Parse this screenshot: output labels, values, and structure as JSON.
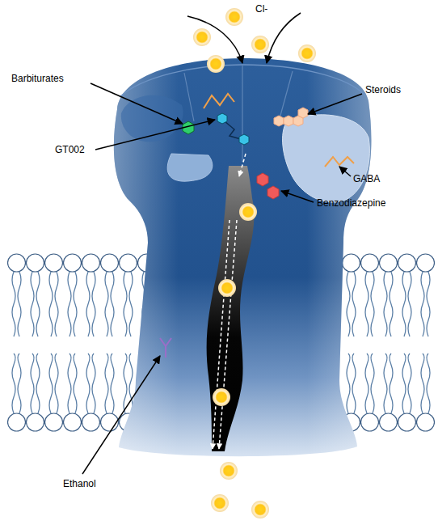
{
  "diagram": {
    "labels": [
      "Cl-",
      "Barbiturates",
      "Steroids",
      "GT002",
      "GABA",
      "Benzodiazepine",
      "Ethanol"
    ]
  }
}
